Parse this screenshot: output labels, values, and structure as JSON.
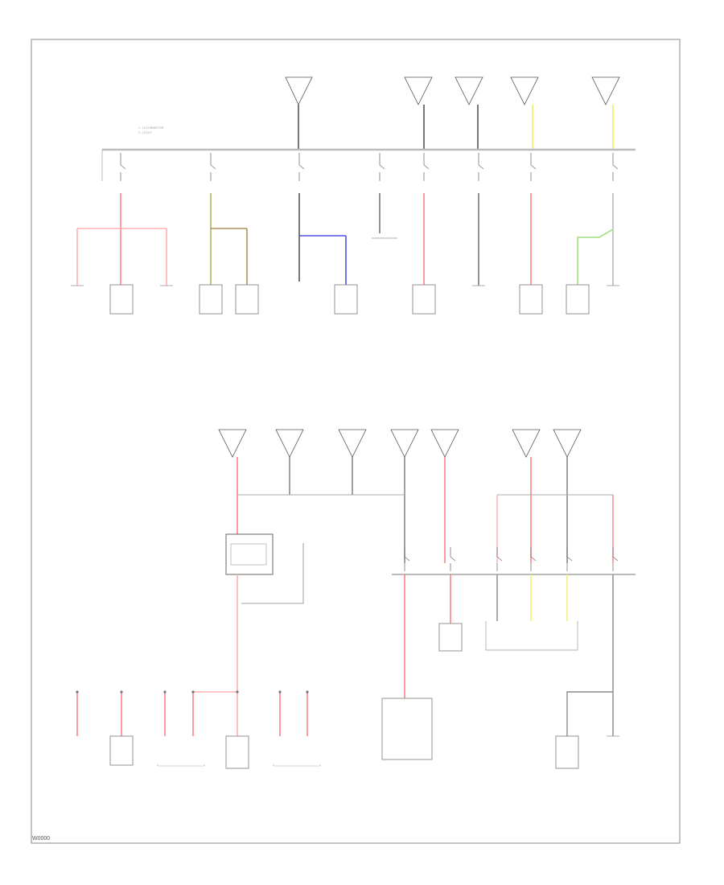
{
  "diagram": {
    "footer_id": "W0000",
    "colors": {
      "bus": "#c8c8c8",
      "wire": "#555555",
      "red": "#ff8080",
      "pink": "#ffb0b0",
      "olive": "#b0b060",
      "brown": "#b09060",
      "blue": "#5050e0",
      "yellow": "#f0f060",
      "lightgreen": "#a0e080",
      "box": "#888888",
      "text": "#999999"
    },
    "legend": [
      "1 - 14 CONNECTOR",
      "2 - 13 CUT"
    ]
  }
}
